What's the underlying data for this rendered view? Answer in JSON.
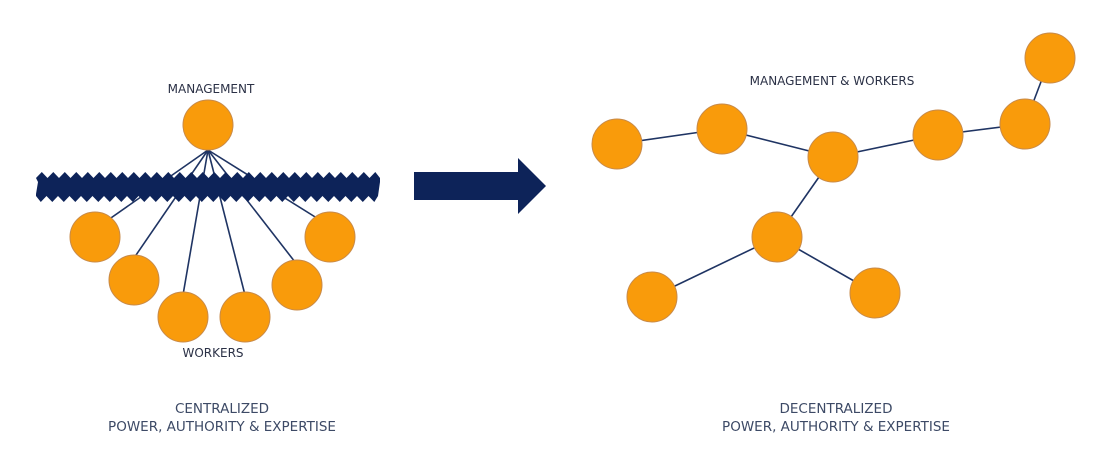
{
  "colors": {
    "node_fill": "#f99b0b",
    "node_stroke": "#c78a4a",
    "edge": "#1f3463",
    "barrier": "#0d2359",
    "arrow": "#0d2359"
  },
  "icons": {
    "barrier": "zigzag-barrier-icon",
    "arrow": "right-arrow-icon"
  },
  "centralized": {
    "top_label": "MANAGEMENT",
    "bottom_label": "WORKERS",
    "caption_line1": "CENTRALIZED",
    "caption_line2": "POWER, AUTHORITY & EXPERTISE"
  },
  "decentralized": {
    "top_label": "MANAGEMENT & WORKERS",
    "caption_line1": "DECENTRALIZED",
    "caption_line2": "POWER, AUTHORITY & EXPERTISE"
  }
}
